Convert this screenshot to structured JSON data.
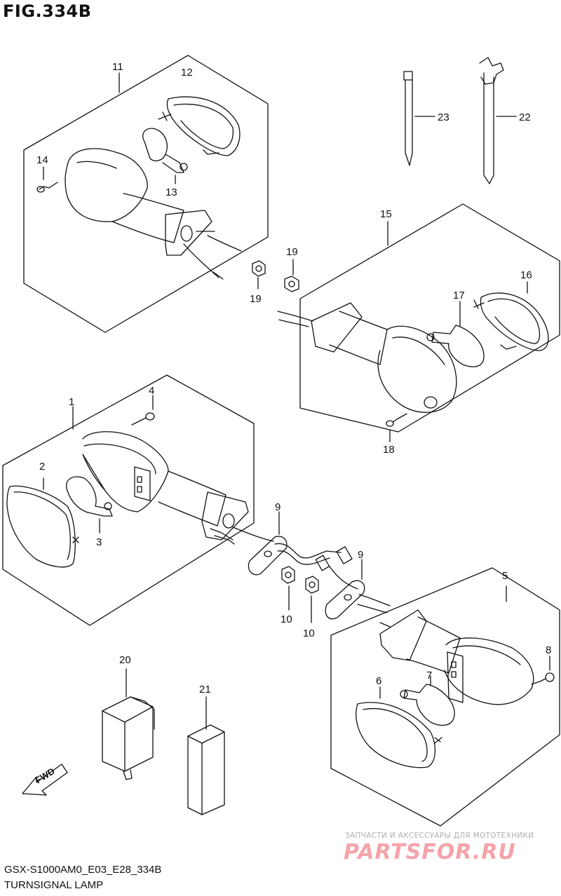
{
  "figure": {
    "title": "FIG.334B",
    "model_code": "GSX-S1000AM0_E03_E28_334B",
    "section_name": "TURNSIGNAL LAMP"
  },
  "callouts": [
    {
      "id": "c1",
      "text": "1"
    },
    {
      "id": "c2",
      "text": "2"
    },
    {
      "id": "c3",
      "text": "3"
    },
    {
      "id": "c4",
      "text": "4"
    },
    {
      "id": "c5",
      "text": "5"
    },
    {
      "id": "c6",
      "text": "6"
    },
    {
      "id": "c7",
      "text": "7"
    },
    {
      "id": "c8",
      "text": "8"
    },
    {
      "id": "c9a",
      "text": "9"
    },
    {
      "id": "c9b",
      "text": "9"
    },
    {
      "id": "c10a",
      "text": "10"
    },
    {
      "id": "c10b",
      "text": "10"
    },
    {
      "id": "c11",
      "text": "11"
    },
    {
      "id": "c12",
      "text": "12"
    },
    {
      "id": "c13",
      "text": "13"
    },
    {
      "id": "c14",
      "text": "14"
    },
    {
      "id": "c15",
      "text": "15"
    },
    {
      "id": "c16",
      "text": "16"
    },
    {
      "id": "c17",
      "text": "17"
    },
    {
      "id": "c18",
      "text": "18"
    },
    {
      "id": "c19a",
      "text": "19"
    },
    {
      "id": "c19b",
      "text": "19"
    },
    {
      "id": "c20",
      "text": "20"
    },
    {
      "id": "c21",
      "text": "21"
    },
    {
      "id": "c22",
      "text": "22"
    },
    {
      "id": "c23",
      "text": "23"
    }
  ],
  "fwd_arrow": {
    "label": "FWD"
  },
  "watermark": {
    "tagline": "ЗАПЧАСТИ И АКСЕССУАРЫ ДЛЯ МОТОТЕХНИКИ",
    "logo": "PARTSFOR.RU"
  },
  "colors": {
    "line": "#111111",
    "watermark_logo": "#f5a3aa",
    "watermark_text": "#b0b0b0"
  }
}
